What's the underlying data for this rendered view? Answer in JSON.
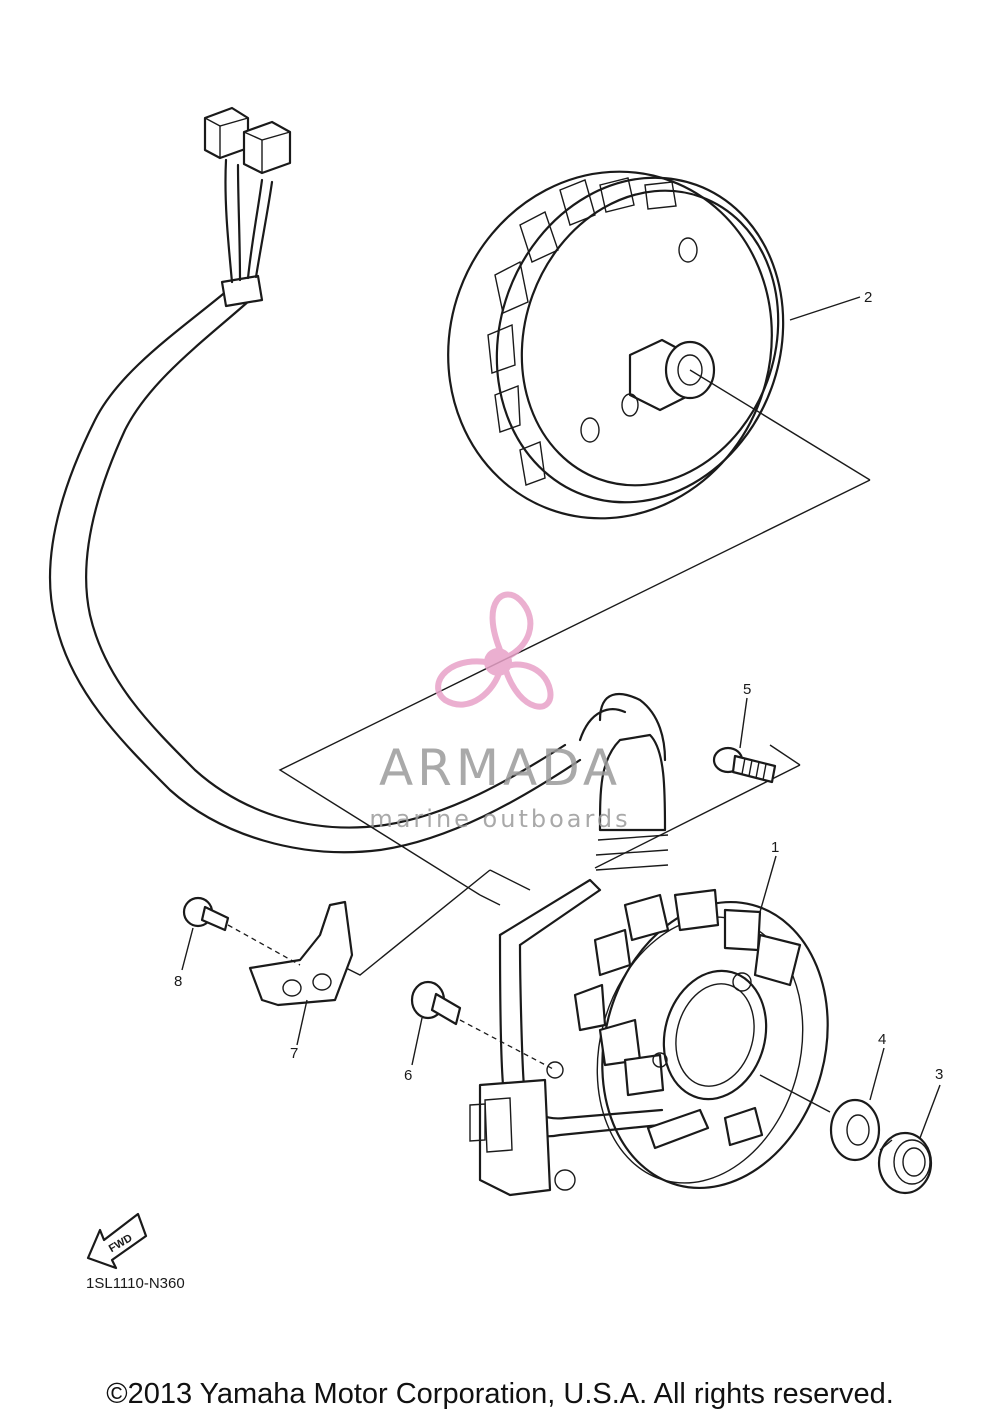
{
  "diagram": {
    "callouts": [
      "1",
      "2",
      "3",
      "4",
      "5",
      "6",
      "7",
      "8"
    ],
    "reference_code": "1SL1110-N360",
    "fwd_label": "FWD"
  },
  "watermark": {
    "brand": "ARMADA",
    "tagline": "marine outboards",
    "color": "#e8a2c8"
  },
  "footer": {
    "copyright": "©2013 Yamaha Motor Corporation, U.S.A. All rights reserved."
  }
}
